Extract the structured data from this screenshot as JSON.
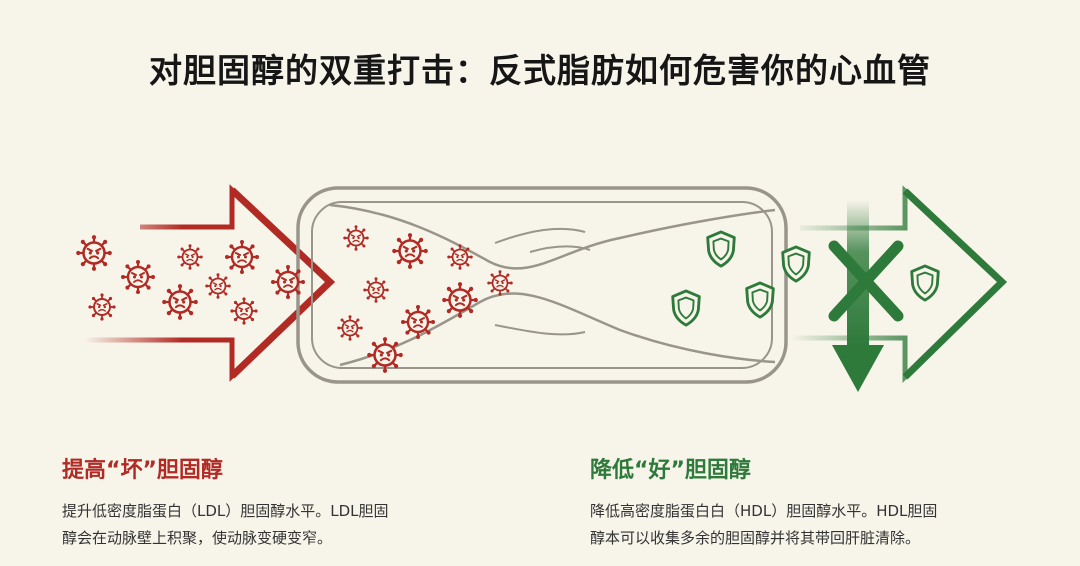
{
  "title": "对胆固醇的双重打击：反式脂肪如何危害你的心血管",
  "colors": {
    "bad": "#b12a24",
    "good": "#2e7a3a",
    "vessel": "#9a958a",
    "background": "#f7f4ea"
  },
  "icons": {
    "bad_particles": "angry-virus-icon",
    "good_particles": "shield-icon",
    "blocked_marker": "x-mark-icon",
    "down_marker": "down-arrow-icon"
  },
  "left": {
    "heading": "提高“坏”胆固醇",
    "line1": "提升低密度脂蛋白（LDL）胆固醇水平。LDL胆固",
    "line2": "醇会在动脉壁上积聚，使动脉变硬变窄。"
  },
  "right": {
    "heading": "降低“好”胆固醇",
    "line1": "降低高密度脂蛋白白（HDL）胆固醇水平。HDL胆固",
    "line2": "醇本可以收集多余的胆固醇并将其带回肝脏清除。"
  }
}
